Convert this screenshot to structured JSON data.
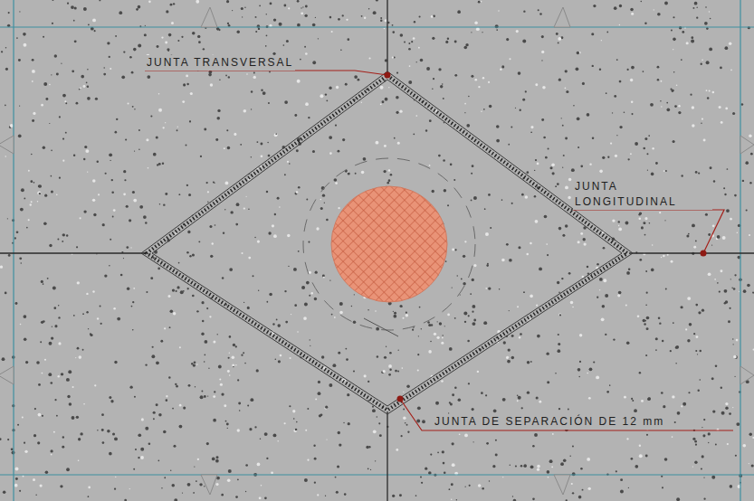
{
  "diagram": {
    "labels": [
      "JUNTA TRANSVERSAL",
      "JUNTA LONGITUDINAL",
      "JUNTA DE SEPARACIÓN DE 12 mm"
    ]
  }
}
